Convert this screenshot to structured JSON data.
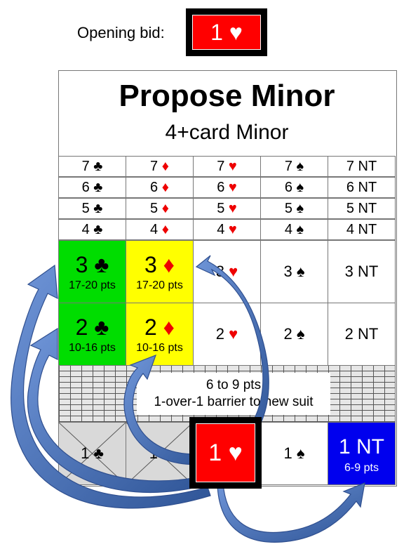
{
  "opening": {
    "label": "Opening bid:",
    "bid": "1 ♥"
  },
  "title": "Propose Minor",
  "subtitle": "4+card Minor",
  "upper_rows": [
    [
      "7 ♣",
      "7 ♦",
      "7 ♥",
      "7 ♠",
      "7 NT"
    ],
    [
      "6 ♣",
      "6 ♦",
      "6 ♥",
      "6 ♠",
      "6 NT"
    ],
    [
      "5 ♣",
      "5 ♦",
      "5 ♥",
      "5 ♠",
      "5 NT"
    ],
    [
      "4 ♣",
      "4 ♦",
      "4 ♥",
      "4 ♠",
      "4 NT"
    ]
  ],
  "row3": {
    "clubs": {
      "bid": "3 ♣",
      "pts": "17-20 pts"
    },
    "diamonds": {
      "bid": "3 ♦",
      "pts": "17-20 pts"
    },
    "hearts": "3 ♥",
    "spades": "3 ♠",
    "nt": "3 NT"
  },
  "row2": {
    "clubs": {
      "bid": "2 ♣",
      "pts": "10-16 pts"
    },
    "diamonds": {
      "bid": "2 ♦",
      "pts": "10-16 pts"
    },
    "hearts": "2 ♥",
    "spades": "2 ♠",
    "nt": "2 NT"
  },
  "barrier": {
    "line1": "6 to 9 pts",
    "line2": "1-over-1 barrier to new suit"
  },
  "row1": {
    "clubs": "1 ♣",
    "diamonds": "1 ♦",
    "hearts": "1 ♥",
    "spades": "1 ♠",
    "nt": {
      "bid": "1 NT",
      "pts": "6-9 pts"
    }
  },
  "colors": {
    "green": "#00dd00",
    "yellow": "#ffff00",
    "red": "#ff0000",
    "blue": "#0000ee",
    "arrow": "#4472c4"
  }
}
